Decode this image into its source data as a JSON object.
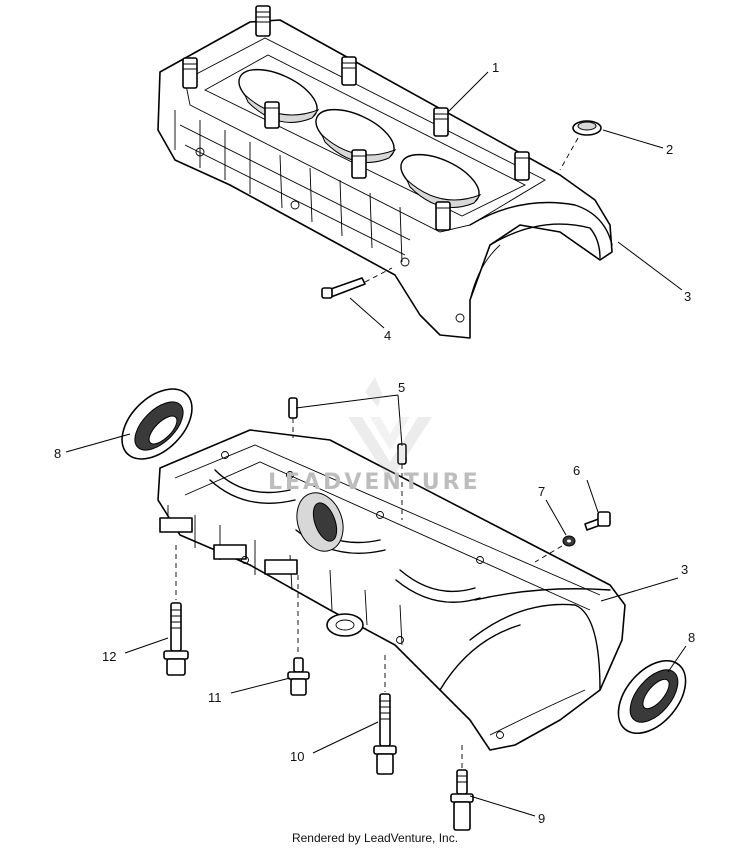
{
  "callouts": {
    "c1": "1",
    "c2": "2",
    "c3a": "3",
    "c4": "4",
    "c5": "5",
    "c6": "6",
    "c7": "7",
    "c8a": "8",
    "c3b": "3",
    "c8b": "8",
    "c12": "12",
    "c11": "11",
    "c10": "10",
    "c9": "9"
  },
  "footer": {
    "text": "Rendered by LeadVenture, Inc."
  },
  "watermark": {
    "logo": "leadventure-logo",
    "text": "LEADVENTURE"
  }
}
